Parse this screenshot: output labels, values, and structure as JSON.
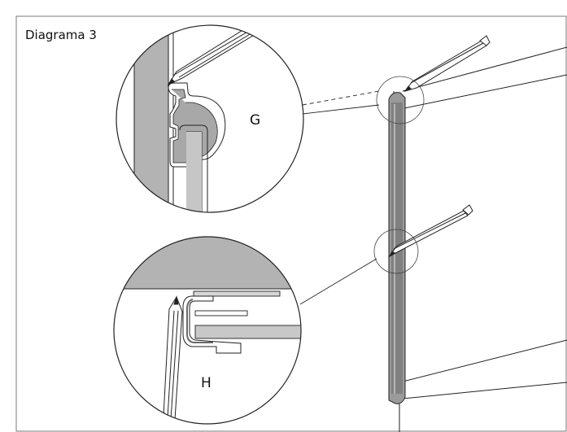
{
  "diagram": {
    "title": "Diagrama 3",
    "callouts": [
      {
        "id": "G",
        "label": "G"
      },
      {
        "id": "H",
        "label": "H"
      }
    ]
  },
  "colors": {
    "outline": "#222222",
    "frame_border": "#7a7a7a",
    "panel_grey": "#a9a9a9",
    "light_grey": "#d0d0d0",
    "edge_grey": "#5e5e5e"
  }
}
